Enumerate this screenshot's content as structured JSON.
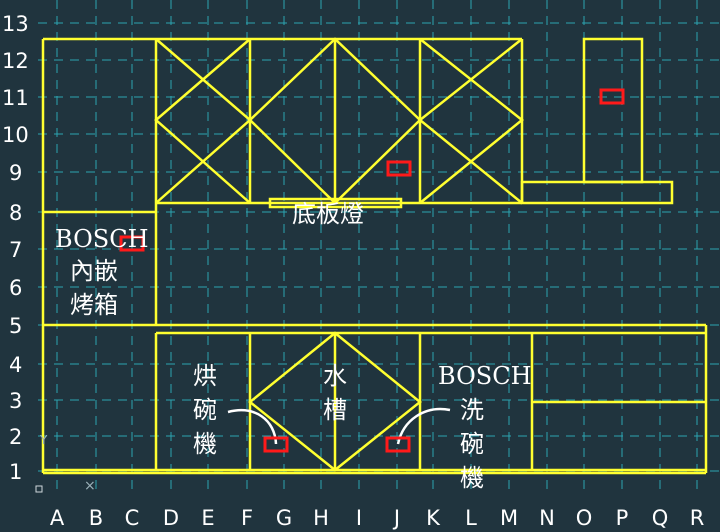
{
  "axes": {
    "rows": [
      "1",
      "2",
      "3",
      "4",
      "5",
      "6",
      "7",
      "8",
      "9",
      "10",
      "11",
      "12",
      "13"
    ],
    "cols": [
      "A",
      "B",
      "C",
      "D",
      "E",
      "F",
      "G",
      "H",
      "I",
      "J",
      "K",
      "L",
      "M",
      "N",
      "O",
      "P",
      "Q",
      "R"
    ]
  },
  "labels": {
    "oven_brand": "BOSCH",
    "oven_line1": "內嵌",
    "oven_line2": "烤箱",
    "under_light": "底板燈",
    "dryer_1": "烘",
    "dryer_2": "碗",
    "dryer_3": "機",
    "sink_1": "水",
    "sink_2": "槽",
    "dw_brand": "BOSCH",
    "dw_1": "洗",
    "dw_2": "碗",
    "dw_3": "機"
  },
  "colors": {
    "background": "#20343e",
    "gridline": "#2fb8c4",
    "cabinet_line": "#ffff30",
    "outlet_marker": "#ff1a1a",
    "text": "#ffffff"
  }
}
